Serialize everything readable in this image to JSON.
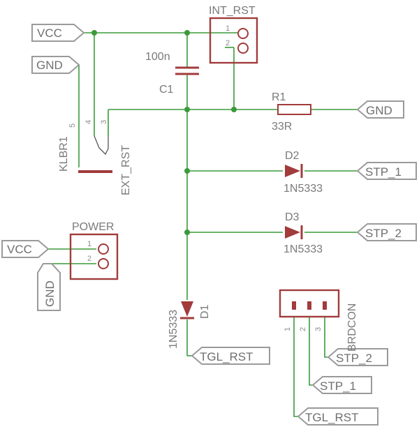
{
  "net_labels": {
    "vcc_top": "VCC",
    "gnd_top": "GND",
    "gnd_r1": "GND",
    "stp1_d2": "STP_1",
    "stp2_d3": "STP_2",
    "vcc_power": "VCC",
    "gnd_power": "GND",
    "tgl_rst_d1": "TGL_RST",
    "stp2_brd": "STP_2",
    "stp1_brd": "STP_1",
    "tgl_rst_brd": "TGL_RST"
  },
  "components": {
    "int_rst": {
      "name": "INT_RST",
      "pin1": "1",
      "pin2": "2"
    },
    "c1": {
      "name": "C1",
      "value": "100n"
    },
    "r1": {
      "name": "R1",
      "value": "33R"
    },
    "d2": {
      "name": "D2",
      "value": "1N5333"
    },
    "d3": {
      "name": "D3",
      "value": "1N5333"
    },
    "d1": {
      "name": "D1",
      "value": "1N5333"
    },
    "klbr1": {
      "name": "KLBR1",
      "pin5": "5",
      "pin4": "4",
      "pin3": "3",
      "ext": "EXT_RST"
    },
    "power": {
      "name": "POWER",
      "pin1": "1",
      "pin2": "2"
    },
    "brdcon": {
      "name": "BRDCON",
      "pin1": "1",
      "pin2": "2",
      "pin3": "3"
    }
  }
}
